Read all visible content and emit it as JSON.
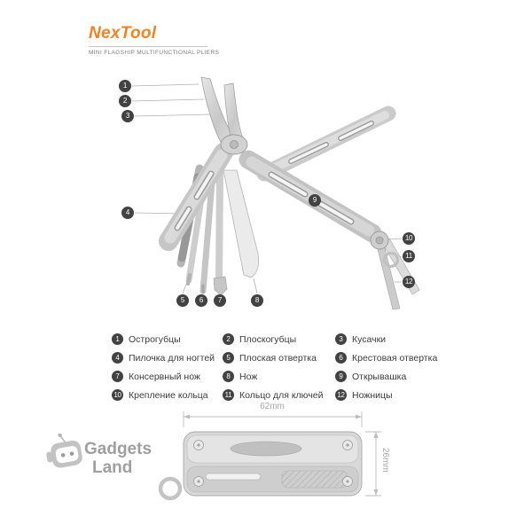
{
  "brand": {
    "logo": "NexTool",
    "tagline": "MINI FLAGSHIP MULTIFUNCTIONAL PLIERS"
  },
  "legend": {
    "items": [
      {
        "num": "1",
        "label": "Острогубцы"
      },
      {
        "num": "2",
        "label": "Плоскогубцы"
      },
      {
        "num": "3",
        "label": "Кусачки"
      },
      {
        "num": "4",
        "label": "Пилочка для ногтей"
      },
      {
        "num": "5",
        "label": "Плоская отвертка"
      },
      {
        "num": "6",
        "label": "Крестовая отвертка"
      },
      {
        "num": "7",
        "label": "Консервный нож"
      },
      {
        "num": "8",
        "label": "Нож"
      },
      {
        "num": "9",
        "label": "Открывашка"
      },
      {
        "num": "10",
        "label": "Крепление кольца"
      },
      {
        "num": "11",
        "label": "Кольцо для ключей"
      },
      {
        "num": "12",
        "label": "Ножницы"
      }
    ]
  },
  "dimensions": {
    "width_label": "62mm",
    "height_label": "26mm"
  },
  "watermark": {
    "line1": "Gadgets",
    "line2": "Land"
  },
  "colors": {
    "accent": "#f5821f",
    "badge": "#424242",
    "watermark": "#9f9f9f",
    "dim": "#bdbdbd",
    "metal": "#c8c8c8"
  }
}
